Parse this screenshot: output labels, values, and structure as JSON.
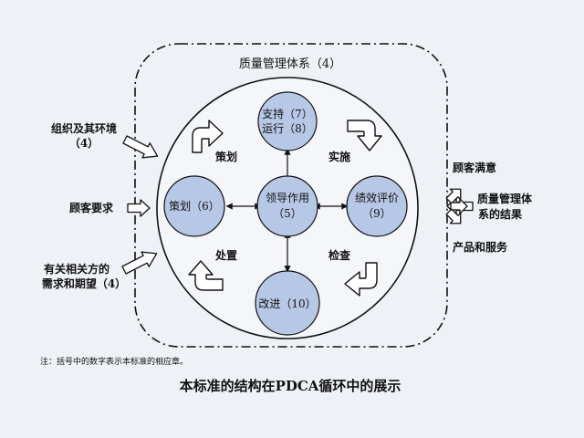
{
  "qms_title": "质量管理体系（4）",
  "nodes": {
    "support": {
      "line1": "支持（7）",
      "line2": "运行（8）"
    },
    "planning": "策划（6）",
    "leadership": {
      "line1": "领导作用",
      "line2": "（5）"
    },
    "evaluation": {
      "line1": "绩效评价",
      "line2": "（9）"
    },
    "improvement": "改进（10）"
  },
  "cycle_labels": {
    "plan": "策划",
    "do": "实施",
    "act": "处置",
    "check": "检查"
  },
  "inputs": {
    "org_context": {
      "line1": "组织及其环境",
      "line2": "（4）"
    },
    "customer_req": "顾客要求",
    "interested_parties": {
      "line1": "有关相关方的",
      "line2": "需求和期望（4）"
    }
  },
  "outputs": {
    "customer_satisfaction": "顾客满意",
    "qms_results": {
      "line1": "质量管理体",
      "line2": "系的结果"
    },
    "products_services": "产品和服务"
  },
  "note": "注：括号中的数字表示本标准的相应章。",
  "caption": "本标准的结构在PDCA循环中的展示",
  "colors": {
    "node_fill": "#b7c8e6",
    "arrow_fill": "#ffffff",
    "stroke": "#111111",
    "background": "#eef1f5"
  }
}
